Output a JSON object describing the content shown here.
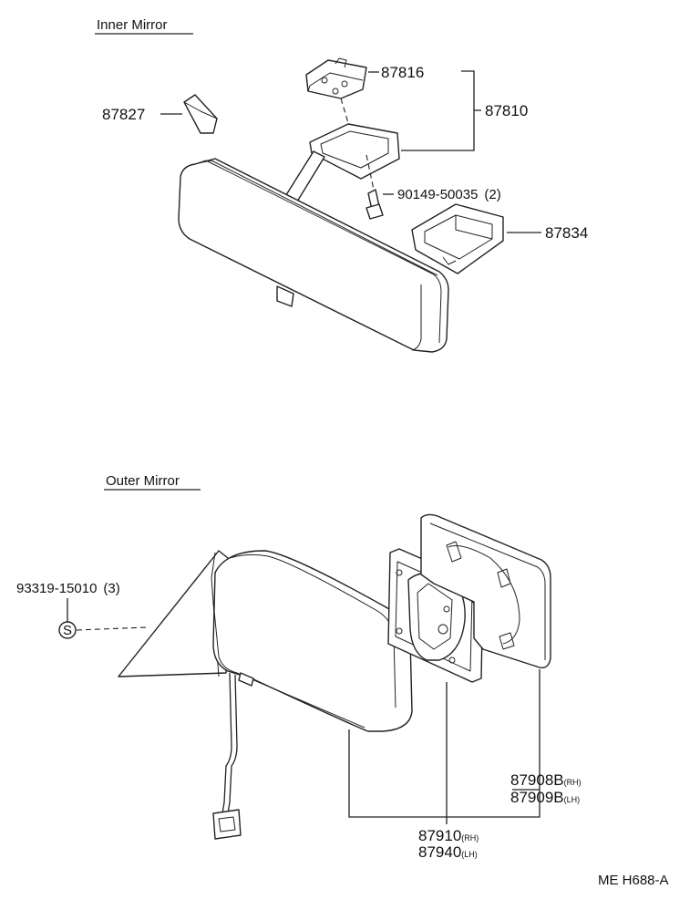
{
  "sections": {
    "inner": "Inner Mirror",
    "outer": "Outer Mirror"
  },
  "labels": {
    "p87816": "87816",
    "p87810": "87810",
    "p87827": "87827",
    "p90149": "90149-50035",
    "p90149_qty": "(2)",
    "p87834": "87834",
    "p93319": "93319-15010",
    "p93319_qty": "(3)",
    "s_symbol": "S",
    "p87908": "87908B",
    "p87908_side": "(RH)",
    "p87909": "87909B",
    "p87909_side": "(LH)",
    "p87910": "87910",
    "p87910_side": "(RH)",
    "p87940": "87940",
    "p87940_side": "(LH)"
  },
  "code": "ME H688-A"
}
